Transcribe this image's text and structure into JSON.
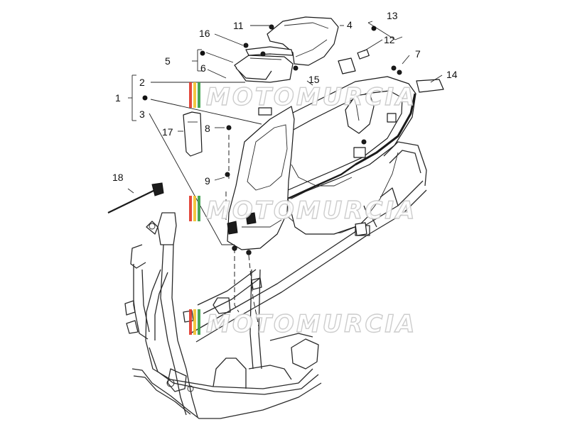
{
  "watermark": {
    "text": "MOTOMURCIA",
    "stripe_colors": [
      "#e23b2e",
      "#f2c230",
      "#3aa14a"
    ]
  },
  "callouts": {
    "c1": "1",
    "c2": "2",
    "c3": "3",
    "c4": "4",
    "c5": "5",
    "c6": "6",
    "c7": "7",
    "c8": "8",
    "c9": "9",
    "c11": "11",
    "c12": "12",
    "c13": "13",
    "c14": "14",
    "c15": "15",
    "c16": "16",
    "c17": "17",
    "c18": "18"
  },
  "colors": {
    "line": "#1a1a1a",
    "background": "#ffffff",
    "watermark_outline": "#c9c9c9"
  }
}
